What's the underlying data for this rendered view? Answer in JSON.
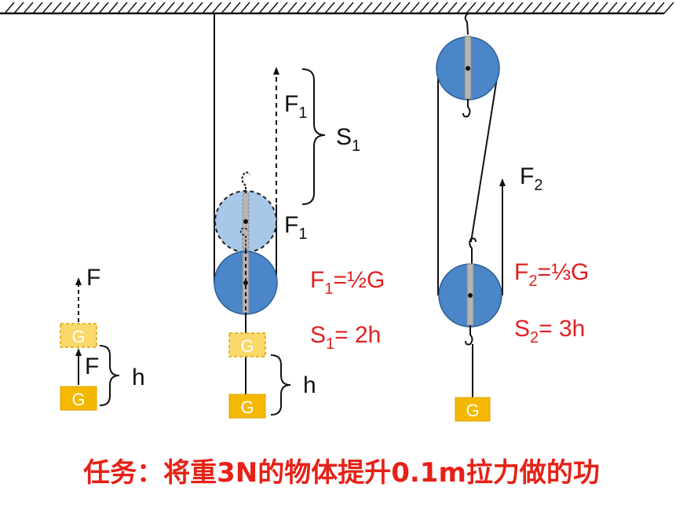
{
  "colors": {
    "pulley": "#4a86c8",
    "pulley_ghost": "#a8c8ea",
    "weight": "#f5b800",
    "weight_ghost": "#fbd86a",
    "formula_red": "#e02020",
    "task_red": "#e62117"
  },
  "labels": {
    "F": "F",
    "h": "h",
    "G": "G",
    "F1_base": "F",
    "F1_sub": "1",
    "S1_base": "S",
    "S1_sub": "1",
    "F2_base": "F",
    "F2_sub": "2"
  },
  "formulas": {
    "f1_base": "F",
    "f1_sub": "1",
    "f1_rest": "=½G",
    "s1_base": "S",
    "s1_sub": "1",
    "s1_rest": "= 2h",
    "f2_base": "F",
    "f2_sub": "2",
    "f2_rest": "=⅓G",
    "s2_base": "S",
    "s2_sub": "2",
    "s2_rest": "= 3h"
  },
  "task_text": "任务：将重3N的物体提升0.1m拉力做的功"
}
